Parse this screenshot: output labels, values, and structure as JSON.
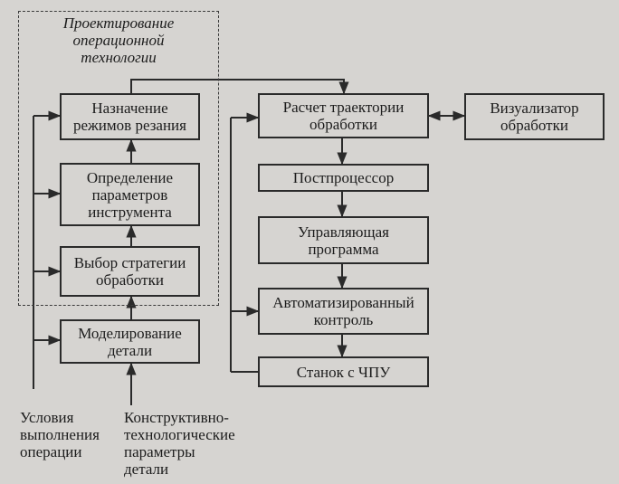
{
  "group": {
    "title": "Проектирование\nоперационной\nтехнологии"
  },
  "nodes": {
    "cutting_modes": "Назначение\nрежимов резания",
    "tool_params": "Определение\nпараметров\nинструмента",
    "strategy": "Выбор стратегии\nобработки",
    "part_modeling": "Моделирование\nдетали",
    "trajectory": "Расчет траектории\nобработки",
    "visualizer": "Визуализатор\nобработки",
    "postprocessor": "Постпроцессор",
    "control_program": "Управляющая\nпрограмма",
    "auto_control": "Автоматизированный\nконтроль",
    "cnc": "Станок с ЧПУ"
  },
  "inputs": {
    "conditions": "Условия\nвыполнения\nоперации",
    "design_params": "Конструктивно-\nтехнологические\nпараметры\nдетали"
  },
  "colors": {
    "background": "#d6d4d1",
    "line": "#2a2a2a"
  }
}
